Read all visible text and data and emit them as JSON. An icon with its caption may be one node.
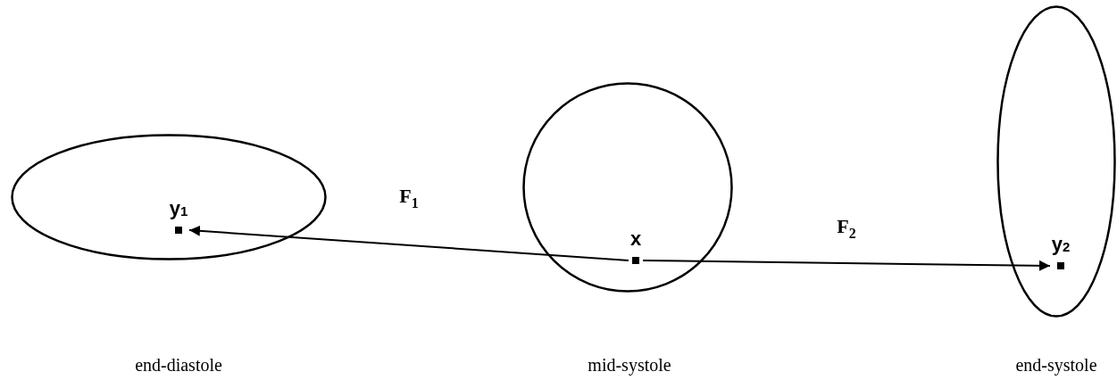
{
  "diagram": {
    "nodes": [
      {
        "text": [],
        "shape": "ellipse"
      },
      {
        "text": [
          "y$_{1}$"
        ],
        "in": 0
      },
      {
        "text": [],
        "shape": "circle"
      },
      {
        "text": [
          "x"
        ],
        "in": 2
      },
      {
        "text": [],
        "shape": "ellipse"
      },
      {
        "text": [
          "y$_{2}$"
        ],
        "in": 4
      }
    ],
    "edges": [
      {
        "from": 3,
        "to": 1,
        "arrow": "to",
        "label": "F$_{1}$"
      },
      {
        "from": 3,
        "to": 5,
        "arrow": "to",
        "label": "F$_{2}$"
      }
    ],
    "labels": [
      "end-diastole",
      "mid-systole",
      "end-systole"
    ]
  }
}
